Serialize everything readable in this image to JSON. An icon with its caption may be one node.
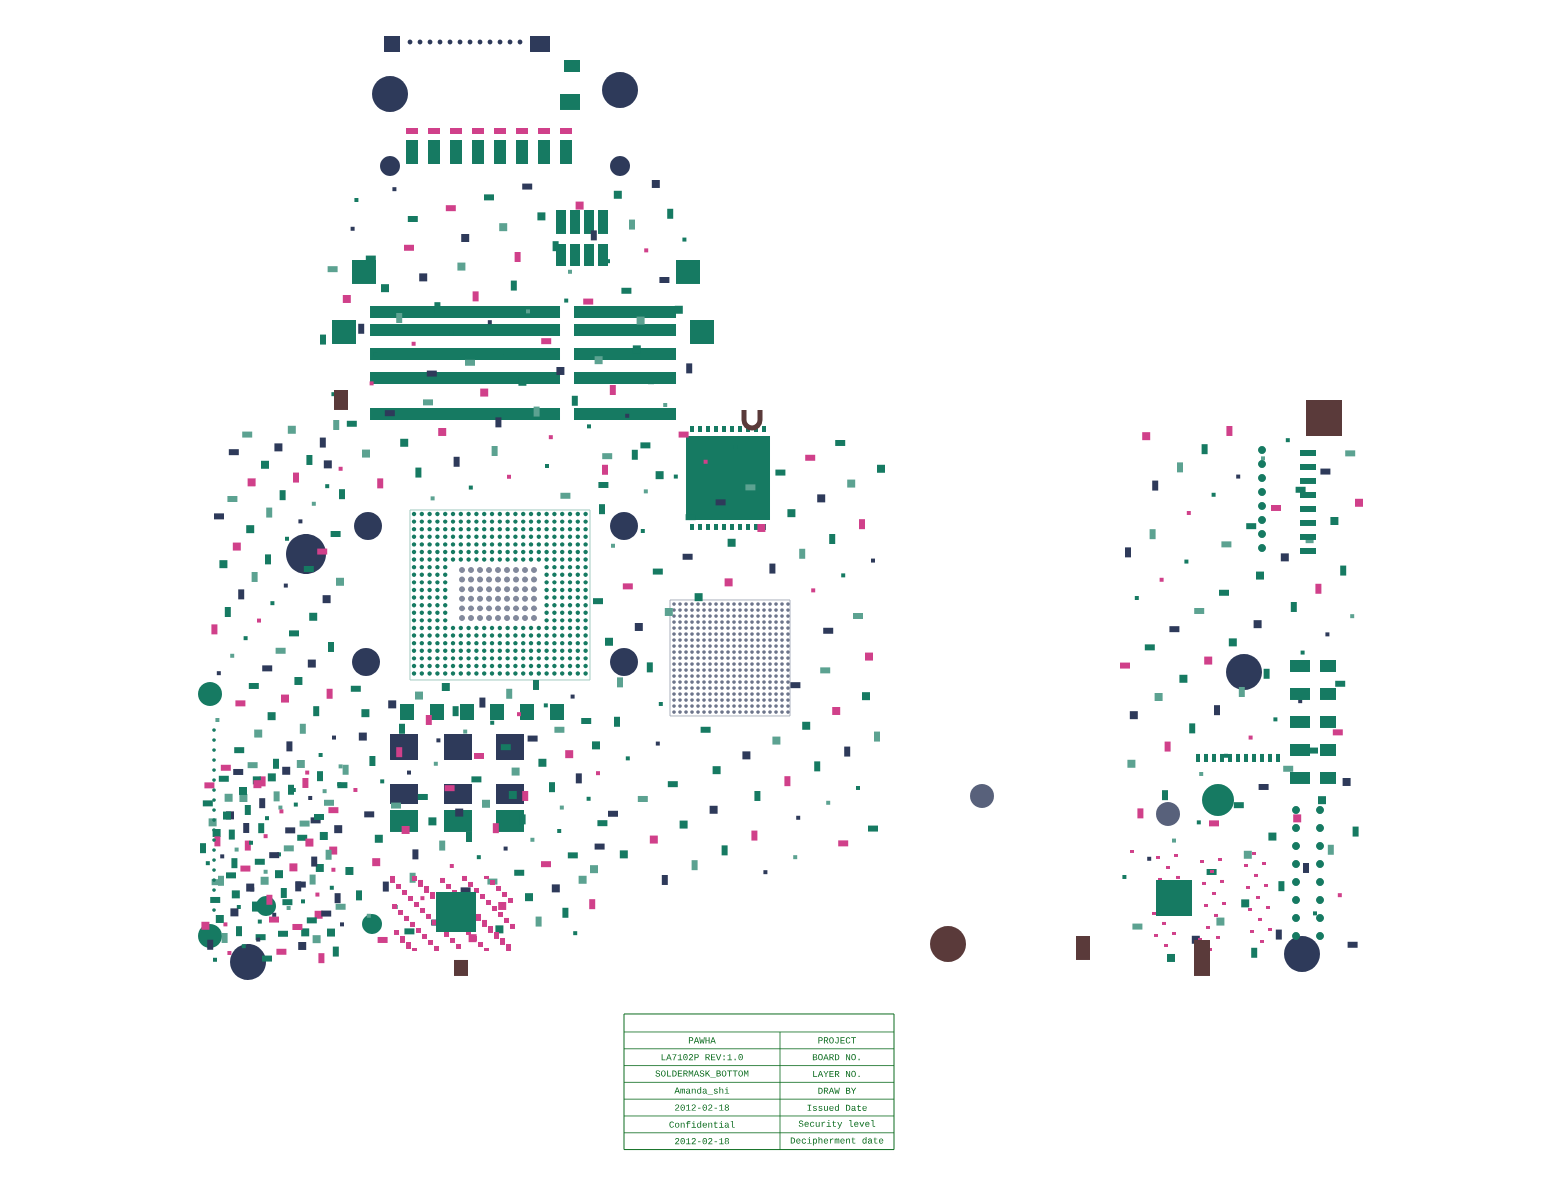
{
  "diagram": {
    "labels": [
      "PAWHA",
      "PROJECT",
      "LA7102P REV:1.0",
      "BOARD NO.",
      "SOLDERMASK_BOTTOM",
      "LAYER NO.",
      "Amanda_shi",
      "DRAW BY",
      "2012-02-18",
      "Issued Date",
      "Confidential",
      "Security level",
      "2012-02-18",
      "Decipherment date"
    ]
  }
}
